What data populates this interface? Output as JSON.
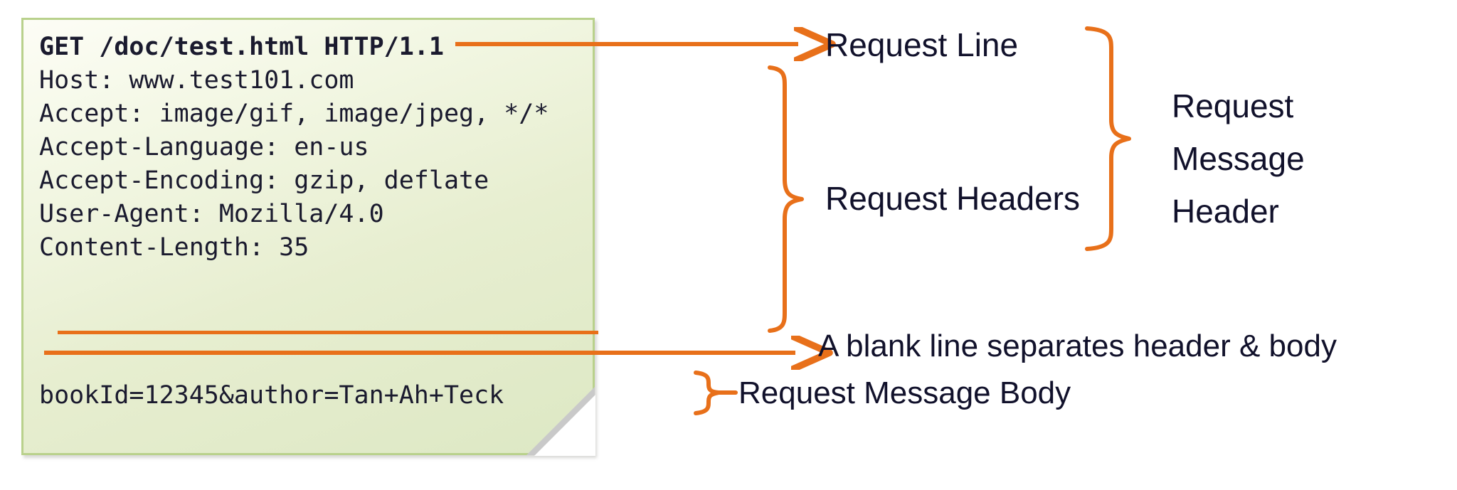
{
  "note": {
    "request_lines": [
      "GET /doc/test.html HTTP/1.1",
      "Host: www.test101.com",
      "Accept: image/gif, image/jpeg, */*",
      "Accept-Language: en-us",
      "Accept-Encoding: gzip, deflate",
      "User-Agent: Mozilla/4.0",
      "Content-Length: 35"
    ],
    "body_line": "bookId=12345&author=Tan+Ah+Teck"
  },
  "annotations": {
    "request_line": "Request Line",
    "request_headers": "Request Headers",
    "request_message_header": [
      "Request",
      "Message",
      "Header"
    ],
    "blank_line": "A blank line separates header & body",
    "request_message_body": "Request Message Body"
  },
  "colors": {
    "accent": "#e8701a",
    "note_border": "#b9d18c",
    "note_fill": "#e7eed0",
    "text": "#11112b",
    "fold": "#c9c9c9"
  }
}
